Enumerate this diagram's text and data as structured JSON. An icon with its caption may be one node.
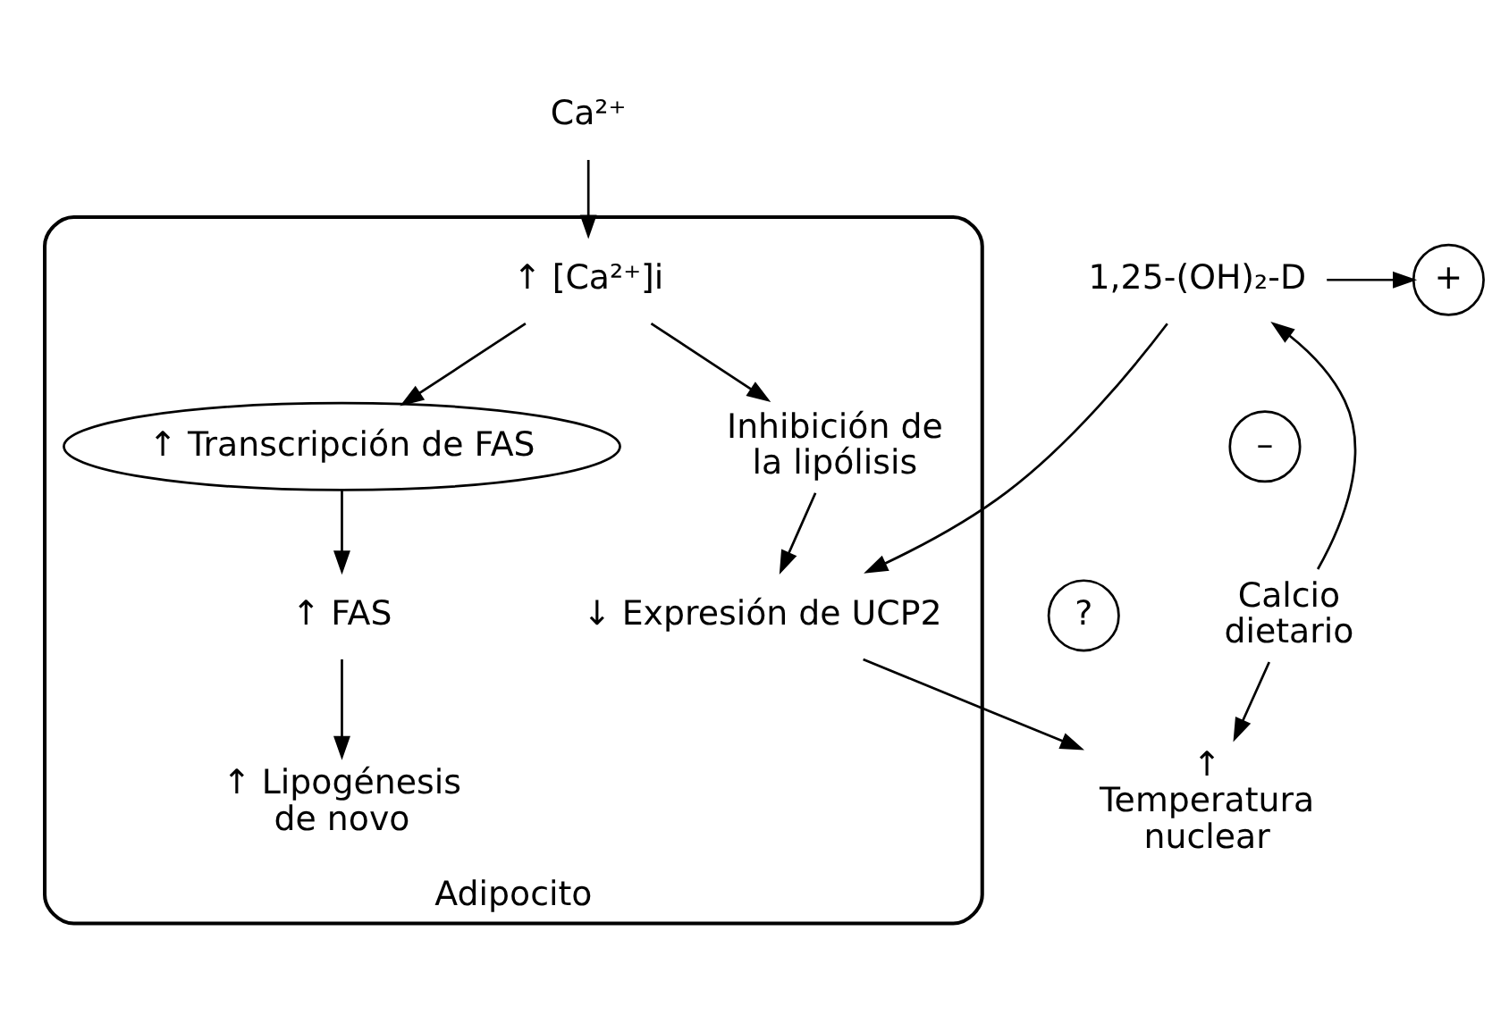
{
  "diagram": {
    "nodes": [
      {
        "text": [
          "Ca²⁺"
        ]
      },
      {
        "text": [
          "+"
        ]
      },
      {
        "text": [
          "1,25-(OH)₂-D"
        ]
      },
      {
        "text": [
          "Adipocito"
        ]
      },
      {
        "text": [
          "↑ [Ca²⁺]i"
        ],
        "in": 3
      },
      {
        "text": [
          "Inhibición de la lipólisis"
        ],
        "in": 3
      },
      {
        "text": [
          "↓ Expresión de UCP2"
        ],
        "in": 3
      },
      {
        "text": [
          "↑ Transcripción de FAS"
        ],
        "in": 3
      },
      {
        "text": [
          "↑ FAS"
        ],
        "in": 3
      },
      {
        "text": [
          "↑ Lipogénesis de novo"
        ],
        "in": 3
      },
      {
        "text": [
          "?"
        ]
      },
      {
        "text": [
          "–"
        ]
      },
      {
        "text": [
          "Calcio dietario"
        ]
      },
      {
        "text": [
          "↑ Temperatura nuclear"
        ]
      }
    ],
    "edges": [
      {
        "from": 0,
        "to": 4,
        "arrow": "to"
      },
      {
        "from": 2,
        "to": 1,
        "arrow": "to"
      },
      {
        "from": 4,
        "to": 5,
        "arrow": "to"
      },
      {
        "from": 4,
        "to": 7,
        "arrow": "to"
      },
      {
        "from": 5,
        "to": 6,
        "arrow": "to"
      },
      {
        "from": 7,
        "to": 8,
        "arrow": "to"
      },
      {
        "from": 8,
        "to": 9,
        "arrow": "to"
      },
      {
        "from": 2,
        "to": 6,
        "arrow": "to"
      },
      {
        "from": 6,
        "to": 13,
        "arrow": "to"
      },
      {
        "from": 12,
        "to": 2,
        "arrow": "to"
      },
      {
        "from": 12,
        "to": 13,
        "arrow": "to"
      }
    ]
  }
}
